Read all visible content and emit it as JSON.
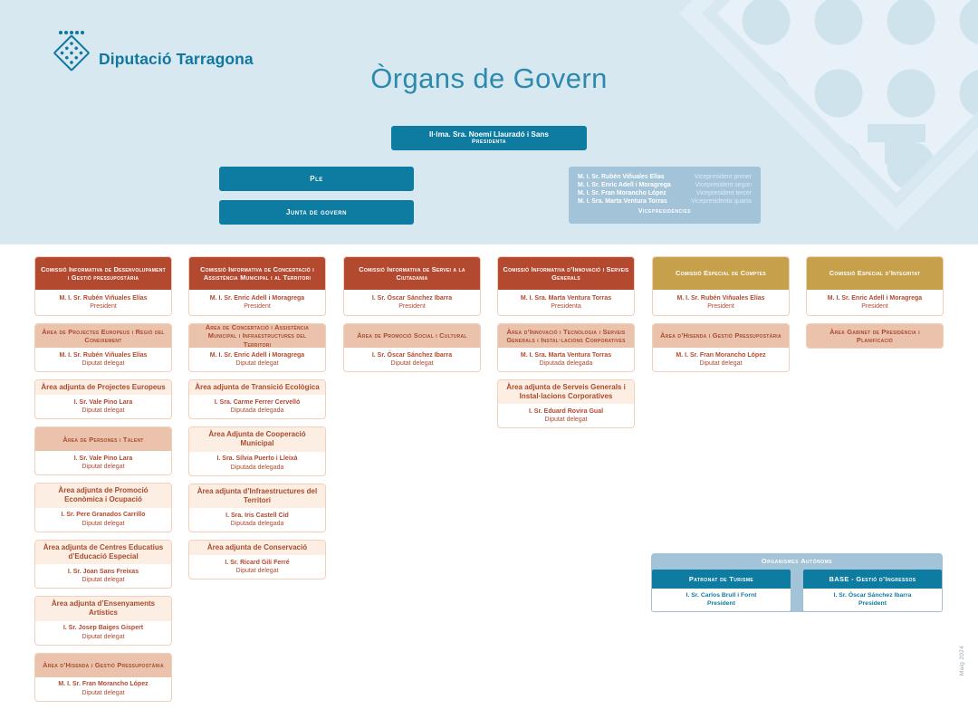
{
  "colors": {
    "teal": "#0e7ba0",
    "band_blue": "#d8e8f1",
    "light_blue_box": "#a3c3d8",
    "commission_red": "#b3492f",
    "special_gold": "#c7a04c",
    "area_pink": "#ebc2ac",
    "adjunct_pink": "#fdeee3"
  },
  "brand": {
    "logo_text": "Diputació Tarragona"
  },
  "title": "Òrgans de Govern",
  "presidenta": {
    "name": "Il·lma. Sra. Noemí Llauradó i Sans",
    "role": "Presidenta"
  },
  "ple_label": "Ple",
  "junta_label": "Junta de govern",
  "vicepresidencies": {
    "label": "Vicepresidències",
    "members": [
      {
        "name": "M. I. Sr. Rubén Viñuales Elías",
        "role": "Vicepresident primer"
      },
      {
        "name": "M. I. Sr. Enric Adell i Moragrega",
        "role": "Vicepresident segon"
      },
      {
        "name": "M. I. Sr. Fran Morancho López",
        "role": "Vicepresident tercer"
      },
      {
        "name": "M. I. Sra. Marta Ventura Torras",
        "role": "Vicepresidenta quarta"
      }
    ]
  },
  "columns": [
    [
      {
        "kind": "commission",
        "title": "Comissió Informativa de Desenvolupament i Gestió pressupostària",
        "name": "M. I. Sr. Rubén Viñuales Elías",
        "role": "President"
      },
      {
        "kind": "area",
        "title": "Àrea de Projectes Europeus i Regió del Coneixement",
        "name": "M. I. Sr. Rubén Viñuales Elías",
        "role": "Diputat delegat"
      },
      {
        "kind": "adjunct",
        "title": "Àrea adjunta de Projectes Europeus",
        "name": "I. Sr. Vale Pino Lara",
        "role": "Diputat delegat"
      },
      {
        "kind": "area",
        "title": "Àrea de Persones i Talent",
        "name": "I. Sr. Vale Pino Lara",
        "role": "Diputat delegat"
      },
      {
        "kind": "adjunct",
        "title": "Àrea adjunta de Promoció Econòmica i Ocupació",
        "name": "I. Sr. Pere Granados Carrillo",
        "role": "Diputat delegat"
      },
      {
        "kind": "adjunct",
        "title": "Àrea adjunta de Centres Educatius d’Educació Especial",
        "name": "I. Sr. Joan Sans Freixas",
        "role": "Diputat delegat"
      },
      {
        "kind": "adjunct",
        "title": "Àrea adjunta d’Ensenyaments Artístics",
        "name": "I. Sr. Josep Baiges Gispert",
        "role": "Diputat delegat"
      },
      {
        "kind": "area",
        "title": "Àrea d’Hisenda i Gestió Pressupostària",
        "name": "M. I. Sr. Fran Morancho López",
        "role": "Diputat delegat"
      }
    ],
    [
      {
        "kind": "commission",
        "title": "Comissió Informativa de Concertació i Assistència Municipal i al Territori",
        "name": "M. I. Sr. Enric Adell i Moragrega",
        "role": "President"
      },
      {
        "kind": "area",
        "title": "Àrea de Concertació i Assistència Municipal i Infraestructures del Territori",
        "name": "M. I. Sr. Enric Adell i Moragrega",
        "role": "Diputat delegat"
      },
      {
        "kind": "adjunct",
        "title": "Àrea adjunta de Transició Ecològica",
        "name": "I. Sra. Carme Ferrer Cervelló",
        "role": "Diputada delegada"
      },
      {
        "kind": "adjunct",
        "title": "Àrea Adjunta de Cooperació Municipal",
        "name": "I. Sra. Sílvia Puerto i Lleixà",
        "role": "Diputada delegada"
      },
      {
        "kind": "adjunct",
        "title": "Àrea adjunta d’Infraestructures del Territori",
        "name": "I. Sra. Iris Castell Cid",
        "role": "Diputada delegada"
      },
      {
        "kind": "adjunct",
        "title": "Àrea adjunta de Conservació",
        "name": "I. Sr. Ricard Gili Ferré",
        "role": "Diputat delegat"
      }
    ],
    [
      {
        "kind": "commission",
        "title": "Comissió Informativa de Servei a la Ciutadania",
        "name": "I. Sr. Óscar Sánchez Ibarra",
        "role": "President"
      },
      {
        "kind": "area",
        "title": "Àrea de Promoció Social i Cultural",
        "name": "I. Sr. Óscar Sánchez Ibarra",
        "role": "Diputat delegat"
      }
    ],
    [
      {
        "kind": "commission",
        "title": "Comissió Informativa d’Innovació i Serveis Generals",
        "name": "M. I. Sra. Marta Ventura Torras",
        "role": "Presidenta"
      },
      {
        "kind": "area",
        "title": "Àrea d’Innovació i Tecnologia i Serveis Generals i Instal·lacions Corporatives",
        "name": "M. I. Sra. Marta Ventura Torras",
        "role": "Diputada delegada"
      },
      {
        "kind": "adjunct",
        "title": "Àrea adjunta de Serveis Generals i Instal·lacions Corporatives",
        "name": "I. Sr. Eduard Rovira Gual",
        "role": "Diputat delegat"
      }
    ],
    [
      {
        "kind": "special",
        "title": "Comissió Especial de Comptes",
        "name": "M. I. Sr. Rubén Viñuales Elías",
        "role": "President"
      },
      {
        "kind": "area",
        "title": "Àrea d’Hisenda i Gestió Pressupostària",
        "name": "M. I. Sr. Fran Morancho López",
        "role": "Diputat delegat"
      }
    ],
    [
      {
        "kind": "special",
        "title": "Comissió Especial d’Integritat",
        "name": "M. I. Sr. Enric Adell i Moragrega",
        "role": "President"
      },
      {
        "kind": "area",
        "title": "Àrea Gabinet de Presidència i Planificació"
      }
    ]
  ],
  "organismes": {
    "label": "Organismes Autònoms",
    "entities": [
      {
        "title": "Patronat de Turisme",
        "name": "I. Sr. Carlos Brull i Fornt",
        "role": "President"
      },
      {
        "title": "BASE - Gestió d’Ingressos",
        "name": "I. Sr. Óscar Sánchez Ibarra",
        "role": "President"
      }
    ]
  },
  "footer_note": "Maig 2024"
}
